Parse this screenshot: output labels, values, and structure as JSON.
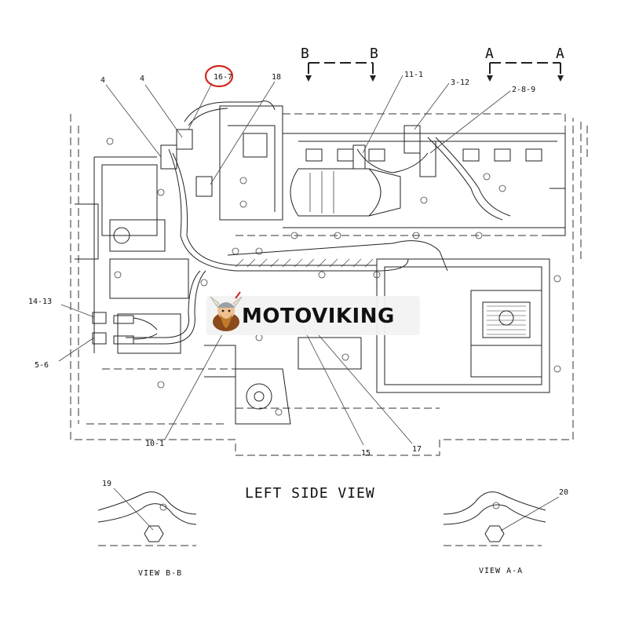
{
  "diagram": {
    "main_view_title": "LEFT SIDE VIEW",
    "section_markers": {
      "b_left": "B",
      "b_right": "B",
      "a_left": "A",
      "a_right": "A"
    },
    "callouts": {
      "c_4a": "4",
      "c_4b": "4",
      "c_16_7": "16-7",
      "c_18": "18",
      "c_11_1": "11-1",
      "c_3_12": "3-12",
      "c_2_8_9": "2-8-9",
      "c_14_13": "14-13",
      "c_5_6": "5-6",
      "c_10_1": "10-1",
      "c_15": "15",
      "c_17": "17",
      "c_19": "19",
      "c_20": "20"
    },
    "detail_views": {
      "view_bb": "VIEW B-B",
      "view_aa": "VIEW A-A"
    },
    "highlight_color": "#d0281e"
  },
  "watermark": {
    "text": "MOTOVIKING",
    "logo_icon": "viking-mascot-icon",
    "background": "#f2f2f2"
  }
}
